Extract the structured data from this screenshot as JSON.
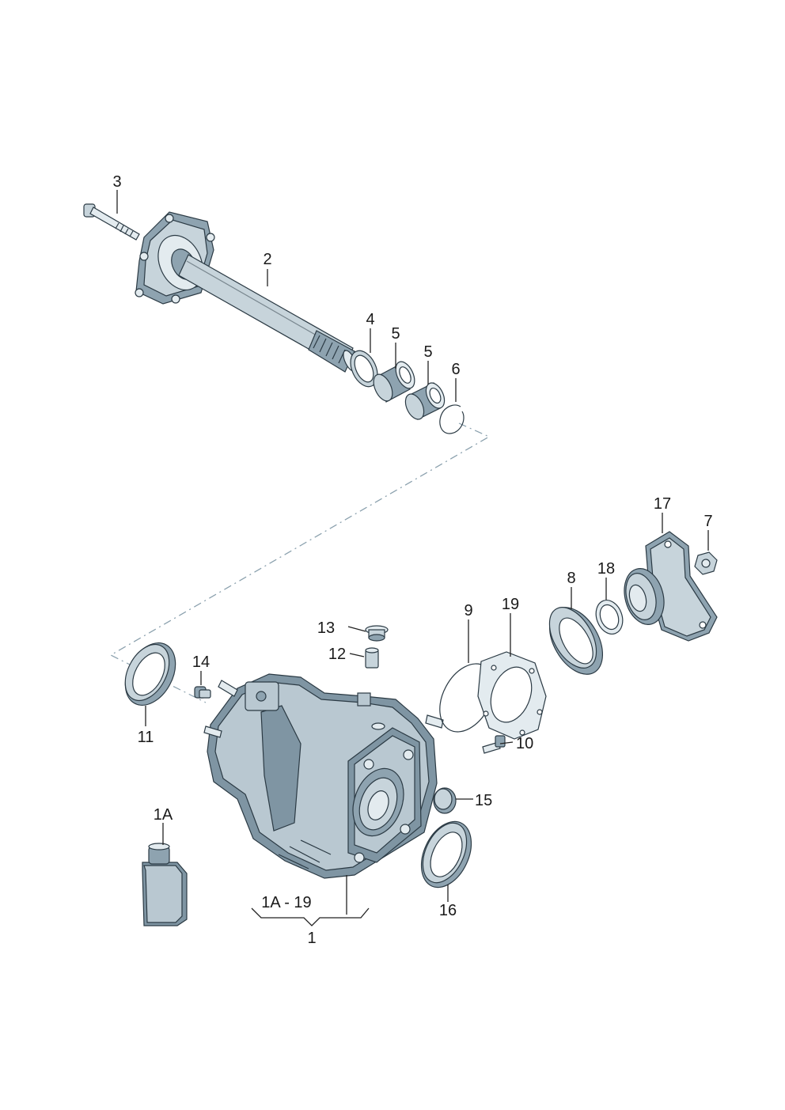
{
  "callouts": {
    "c1": "1",
    "c1A": "1A",
    "range": "1A - 19",
    "c2": "2",
    "c3": "3",
    "c4": "4",
    "c5a": "5",
    "c5b": "5",
    "c6": "6",
    "c7": "7",
    "c8": "8",
    "c9": "9",
    "c10": "10",
    "c11": "11",
    "c12": "12",
    "c13": "13",
    "c14": "14",
    "c15": "15",
    "c16": "16",
    "c17": "17",
    "c18": "18",
    "c19": "19"
  },
  "colors": {
    "part_fill": "#c7d4db",
    "part_shade": "#8ea3b0",
    "outline": "#2b3a44",
    "centerline": "#8aa0ad"
  }
}
